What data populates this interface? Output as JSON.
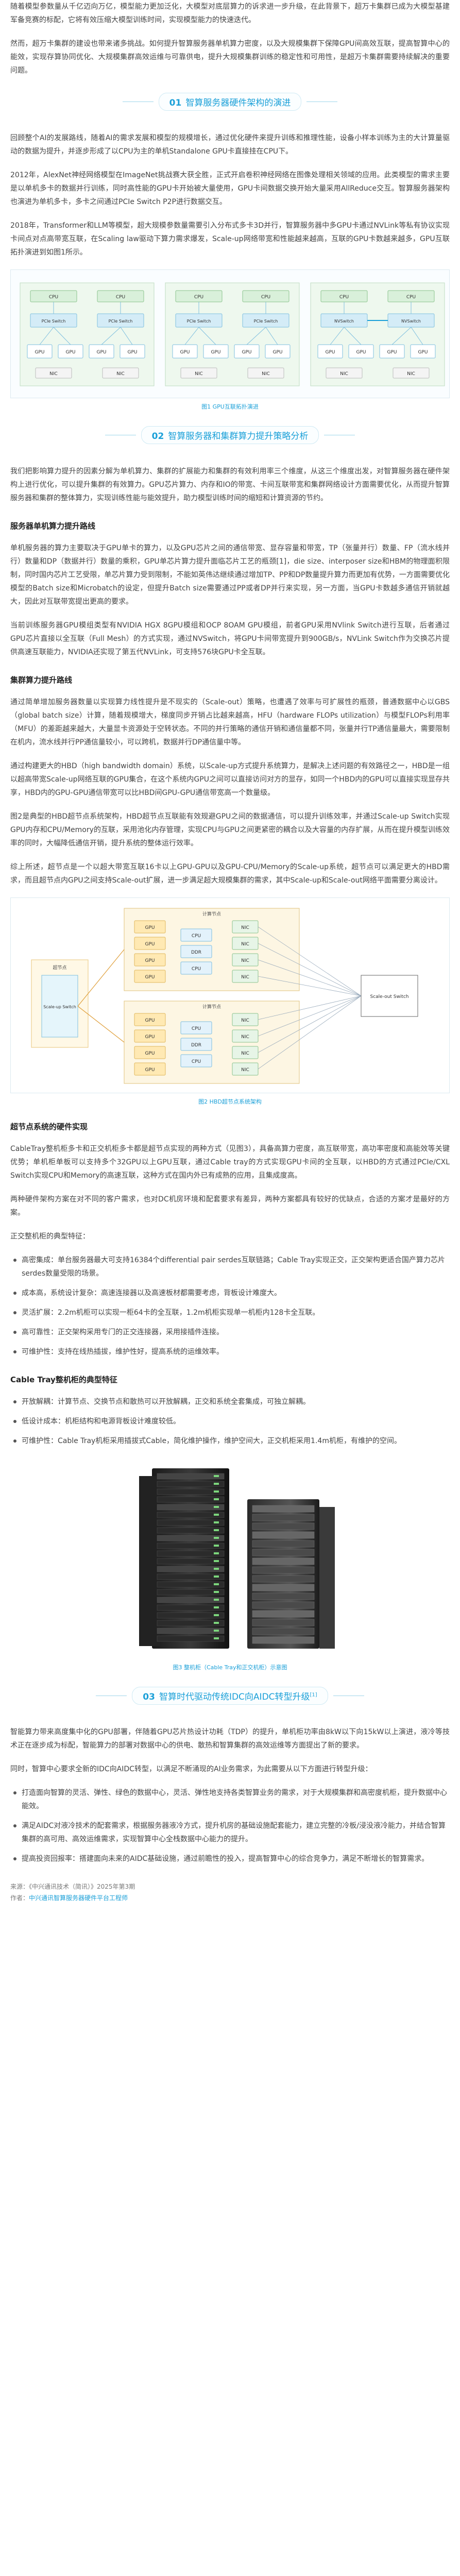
{
  "intro": [
    "随着模型参数量从千亿迈向万亿，模型能力更加泛化，大模型对底层算力的诉求进一步升级，在此背景下，超万卡集群已成为大模型基建军备竞赛的标配，它将有效压缩大模型训练时间，实现模型能力的快速迭代。",
    "然而，超万卡集群的建设也带来诸多挑战。如何提升智算服务器单机算力密度，以及大规模集群下保障GPU间高效互联，提高智算中心的能效，实现存算协同优化、大规模集群高效运维与可靠供电，提升大规模集群训练的稳定性和可用性，是超万卡集群需要持续解决的重要问题。"
  ],
  "sections": {
    "s1": {
      "num": "01",
      "title": "智算服务器硬件架构的演进"
    },
    "s2": {
      "num": "02",
      "title": "智算服务器和集群算力提升策略分析"
    },
    "s3": {
      "num": "03",
      "title": "智算时代驱动传统IDC向AIDC转型升级",
      "sup": "[1]"
    }
  },
  "s1_paras": [
    "回顾整个AI的发展路线，随着AI的需求发展和模型的规模增长，通过优化硬件来提升训练和推理性能，设备小样本训练为主的大计算量驱动的数据为提升，并逐步形成了以CPU为主的单机Standalone GPU卡直接挂在CPU下。",
    "2012年，AlexNet神经网络模型在ImageNet挑战赛大获全胜，正式开启卷积神经网络在图像处理相关领域的应用。此类模型的需求主要是以单机多卡的数据并行训练，同时高性能的GPU卡开始被大量使用，GPU卡间数据交换开始大量采用AllReduce交互。智算服务器架构也演进为单机多卡，多卡之间通过PCIe Switch P2P进行数据交互。",
    "2018年，Transformer和LLM等模型，超大规模参数量需要引入分布式多卡3D并行，智算服务器中多GPU卡通过NVLink等私有协议实现卡间点对点高带宽互联，在Scaling law驱动下算力需求爆发，Scale-up网络带宽和性能越来越高，互联的GPU卡数越来越多，GPU互联拓扑演进到如图1所示。"
  ],
  "fig1": {
    "caption": "图1 GPU互联拓扑演进",
    "panels": [
      {
        "cpu": "CPU",
        "sw": "PCIe Switch",
        "gpu": "GPU",
        "nic": "NIC"
      },
      {
        "cpu": "CPU",
        "sw": "PCIe Switch",
        "gpu": "GPU",
        "nic": "NIC"
      },
      {
        "cpu": "CPU",
        "sw": "NVSwitch",
        "gpu": "GPU",
        "nic": "NIC"
      }
    ]
  },
  "s2_paras": [
    "我们把影响算力提升的因素分解为单机算力、集群的扩展能力和集群的有效利用率三个维度，从这三个维度出发，对智算服务器在硬件架构上进行优化，可以提升集群的有效算力。GPU芯片算力、内存和IO的带宽、卡间互联带宽和集群网络设计方面需要优化，从而提升智算服务器和集群的整体算力，实现训练性能与能效提升，助力模型训练时间的缩短和计算资源的节约。"
  ],
  "sub1": {
    "title": "服务器单机算力提升路线"
  },
  "sub1_paras": [
    "单机服务器的算力主要取决于GPU单卡的算力，以及GPU芯片之间的通信带宽、显存容量和带宽，TP（张量并行）数量、FP（流水线并行）数量和DP（数据并行）数量的乘积，GPU单芯片算力提升面临芯片工艺的瓶颈[1]，die size、interposer size和HBM的物理面积限制，同时国内芯片工艺受限，单芯片算力受到限制，不能如英伟达继续通过增加TP、PP和DP数量提升算力而更加有优势，一方面需要优化模型的Batch size和Microbatch的设定，但提升Batch size需要通过PP或者DP并行来实现，另一方面，当GPU卡数越多通信开销就越大，因此对互联带宽提出更高的要求。",
    "当前训练服务器GPU模组类型有NVIDIA HGX 8GPU模组和OCP 8OAM GPU模组，前者GPU采用NVlink Switch进行互联，后者通过GPU芯片直接以全互联（Full Mesh）的方式实现，通过NVSwitch，将GPU卡间带宽提升到900GB/s，NVLink Switch作为交换芯片提供高速互联能力，NVIDIA还实现了第五代NVLink，可支持576块GPU卡全互联。"
  ],
  "sub2": {
    "title": "集群算力提升路线"
  },
  "sub2_paras": [
    "通过简单增加服务器数量以实现算力线性提升是不现实的（Scale-out）策略，也遭遇了效率与可扩展性的瓶颈，普通数据中心以GBS（global batch size）计算，随着规模增大，梯度同步开销占比越来越高，HFU（hardware FLOPs utilization）与模型FLOPs利用率（MFU）的差距越来越大，大量显卡资源处于空转状态。不同的并行策略的通信开销和通信量都不同，张量并行TP通信量最大，需要限制在机内，流水线并行PP通信量较小，可以跨机，数据并行DP通信量中等。",
    "通过构建更大的HBD（high bandwidth domain）系统，以Scale-up方式提升系统算力，是解决上述问题的有效路径之一，HBD是一组以超高带宽Scale-up网络互联的GPU集合，在这个系统内GPU之间可以直接访问对方的显存，如同一个HBD内的GPU可以直接实现显存共享，HBD内的GPU-GPU通信带宽可以比HBD间GPU-GPU通信带宽高一个数量级。",
    "图2是典型的HBD超节点系统架构，HBD超节点互联能有效规避GPU之间的数据通信，可以提升训练效率，并通过Scale-up Switch实现GPU内存和CPU/Memory的互联，采用池化内存管理，实现CPU与GPU之间更紧密的耦合以及大容量的内存扩展，从而在提升模型训练效率的同时，大幅降低通信开销，提升系统的整体运行效率。",
    "综上所述，超节点是一个以超大带宽互联16卡以上GPU-GPU以及GPU-CPU/Memory的Scale-up系统，超节点可以满足更大的HBD需求，而且超节点内GPU之间支持Scale-out扩展，进一步满足超大规模集群的需求，其中Scale-up和Scale-out网络平面需要分离设计。"
  ],
  "fig2": {
    "caption": "图2 HBD超节点系统架构",
    "gpu": "GPU",
    "cpu": "CPU",
    "ddr": "DDR",
    "nic": "NIC",
    "node_label": "计算节点",
    "scaleup_label": "Scale-up Switch",
    "scaleout_label": "Scale-out Switch",
    "pool_label": "超节点"
  },
  "sub3": {
    "title": "超节点系统的硬件实现"
  },
  "sub3_paras": [
    "CableTray整机柜多卡和正交机柜多卡都是超节点实现的两种方式（见图3），具备高算力密度，高互联带宽，高功率密度和高能效等关键优势；单机柜单板可以支持多个32GPU以上GPU互联，通过Cable tray的方式实现GPU卡间的全互联，以HBD的方式通过PCIe/CXL Switch实现CPU和Memory的高速互联，这种方式在国内外已有成熟的应用，且集成度高。",
    "两种硬件架构方案在对不同的客户需求，也对DC机房环境和配套要求有差异，两种方案都具有较好的优缺点，合适的方案才是最好的方案。",
    "正交整机柜的典型特征："
  ],
  "sub3_list": [
    "高密集成：单台服务器最大可支持16384个differential pair serdes互联链路；Cable Tray实现正交，正交架构更适合国产算力芯片serdes数量受限的场景。",
    "成本高，系统设计复杂：高速连接器以及高速板材都需要考虑，背板设计难度大。",
    "灵活扩展：2.2m机柜可以实现一柜64卡的全互联，1.2m机柜实现单一机柜内128卡全互联。",
    "高可靠性：正交架构采用专门的正交连接器，采用接插件连接。",
    "可维护性：支持在线热插拔，维护性好，提高系统的运维效率。"
  ],
  "sub4": {
    "title": "Cable Tray整机柜的典型特征"
  },
  "sub4_list": [
    "开放解耦：计算节点、交换节点和散热可以开放解耦，正交和系统全套集成，可独立解耦。",
    "低设计成本：机柜结构和电源背板设计难度较低。",
    "可维护性：Cable Tray机柜采用插拔式Cable，简化维护操作，维护空间大，正交机柜采用1.4m机柜，有维护的空间。"
  ],
  "fig3": {
    "caption": "图3 整机柜（Cable Tray和正交机柜）示意图"
  },
  "s3_paras": [
    "智能算力带来高度集中化的GPU部署，伴随着GPU芯片热设计功耗（TDP）的提升，单机柜功率由8kW以下向15kW以上演进，液冷等技术正在逐步成为标配，智能算力的部署对数据中心的供电、散热和智算集群的高效运维等方面提出了新的要求。",
    "同时，智算中心要求全新的IDC向AIDC转型，以满足不断涌现的AI业务需求，为此需要从以下方面进行转型升级："
  ],
  "s3_list": [
    "打造面向智算的灵活、弹性、绿色的数据中心，灵活、弹性地支持各类智算业务的需求，对于大规模集群和高密度机柜，提升数据中心能效。",
    "满足AIDC对液冷技术的配套需求，根据服务器液冷方式，提升机房的基础设施配套能力，建立完整的冷板/浸没液冷能力，并结合智算集群的高可用、高效运维需求，实现智算中心全栈数据中心能力的提升。",
    "提高投资回报率：搭建面向未来的AIDC基础设施，通过前瞻性的投入，提高智算中心的综合竞争力，满足不断增长的智算需求。"
  ],
  "footer": {
    "source_label": "来源：",
    "source_text": "《中兴通讯技术（简讯）》2025年第3期",
    "author_label": "作者：",
    "author_text": "中兴通讯智算服务器硬件平台工程师"
  }
}
